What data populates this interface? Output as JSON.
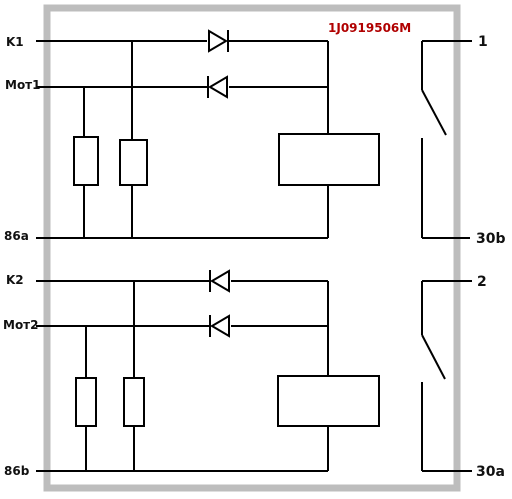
{
  "part_number": "1J0919506M",
  "colors": {
    "part_number": "#b00000",
    "frame": "#bdbdbd",
    "wire": "#000000"
  },
  "left_pins": {
    "k1": "K1",
    "mot1": "Мот1",
    "p86a": "86a",
    "k2": "K2",
    "mot2": "Мот2",
    "p86b": "86b"
  },
  "right_pins": {
    "p1": "1",
    "p30b": "30b",
    "p2": "2",
    "p30a": "30a"
  }
}
